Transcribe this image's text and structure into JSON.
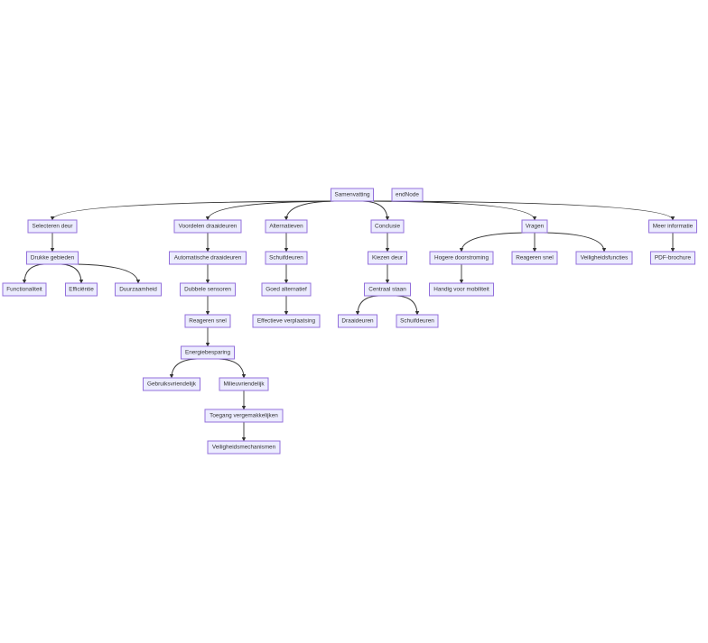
{
  "nodes": {
    "samenvatting": "Samenvatting",
    "endnode": "endNode",
    "selecteren_deur": "Selecteren deur",
    "voordelen_draaideuren": "Voordelen draaideuren",
    "alternatieven": "Alternatieven",
    "conclusie": "Conclusie",
    "vragen": "Vragen",
    "meer_informatie": "Meer informatie",
    "drukke_gebieden": "Drukke gebieden",
    "automatische_draaideuren": "Automatische draaideuren",
    "schuifdeuren_1": "Schuifdeuren",
    "kiezen_deur": "Kiezen deur",
    "hogere_doorstroming": "Hogere doorstroming",
    "reageren_snel_2": "Reageren snel",
    "veiligheidsfuncties": "Veiligheidsfuncties",
    "pdf_brochure": "PDF-brochure",
    "functionaliteit": "Functionaliteit",
    "efficientie": "Efficiëntie",
    "duurzaamheid": "Duurzaamheid",
    "dubbele_sensoren": "Dubbele sensoren",
    "goed_alternatief": "Goed alternatief",
    "centraal_staan": "Centraal staan",
    "handig_voor_mobiliteit": "Handig voor mobiliteit",
    "reageren_snel_1": "Reageren snel",
    "effectieve_verplaatsing": "Effectieve verplaatsing",
    "draaideuren": "Draaideuren",
    "schuifdeuren_2": "Schuifdeuren",
    "energiebesparing": "Energiebesparing",
    "gebruiksvriendelijk": "Gebruiksvriendelijk",
    "milieuvriendelijk": "Milieuvriendelijk",
    "toegang_vergemakkelijken": "Toegang vergemakkelijken",
    "veiligheidsmechanismen": "Veiligheidsmechanismen"
  },
  "edges": [
    [
      "samenvatting",
      "selecteren_deur"
    ],
    [
      "samenvatting",
      "voordelen_draaideuren"
    ],
    [
      "samenvatting",
      "alternatieven"
    ],
    [
      "samenvatting",
      "conclusie"
    ],
    [
      "samenvatting",
      "vragen"
    ],
    [
      "samenvatting",
      "meer_informatie"
    ],
    [
      "selecteren_deur",
      "drukke_gebieden"
    ],
    [
      "drukke_gebieden",
      "functionaliteit"
    ],
    [
      "drukke_gebieden",
      "efficientie"
    ],
    [
      "drukke_gebieden",
      "duurzaamheid"
    ],
    [
      "voordelen_draaideuren",
      "automatische_draaideuren"
    ],
    [
      "automatische_draaideuren",
      "dubbele_sensoren"
    ],
    [
      "dubbele_sensoren",
      "reageren_snel_1"
    ],
    [
      "reageren_snel_1",
      "energiebesparing"
    ],
    [
      "energiebesparing",
      "gebruiksvriendelijk"
    ],
    [
      "energiebesparing",
      "milieuvriendelijk"
    ],
    [
      "milieuvriendelijk",
      "toegang_vergemakkelijken"
    ],
    [
      "toegang_vergemakkelijken",
      "veiligheidsmechanismen"
    ],
    [
      "alternatieven",
      "schuifdeuren_1"
    ],
    [
      "schuifdeuren_1",
      "goed_alternatief"
    ],
    [
      "goed_alternatief",
      "effectieve_verplaatsing"
    ],
    [
      "conclusie",
      "kiezen_deur"
    ],
    [
      "kiezen_deur",
      "centraal_staan"
    ],
    [
      "centraal_staan",
      "draaideuren"
    ],
    [
      "centraal_staan",
      "schuifdeuren_2"
    ],
    [
      "vragen",
      "hogere_doorstroming"
    ],
    [
      "vragen",
      "reageren_snel_2"
    ],
    [
      "vragen",
      "veiligheidsfuncties"
    ],
    [
      "hogere_doorstroming",
      "handig_voor_mobiliteit"
    ],
    [
      "meer_informatie",
      "pdf_brochure"
    ]
  ]
}
